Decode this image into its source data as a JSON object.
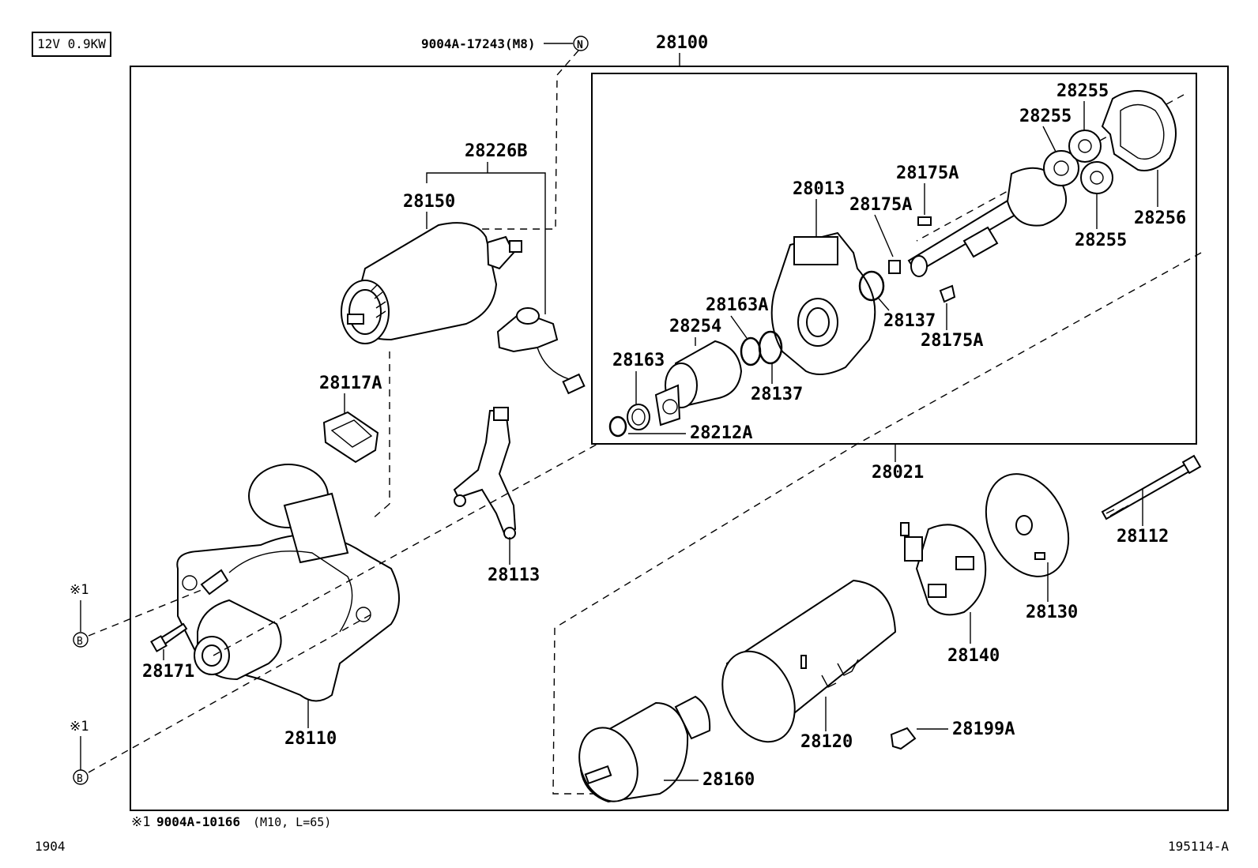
{
  "spec_label": "12V 0.9KW",
  "top_bolt": {
    "label": "9004A-17243(M8)",
    "marker": "N"
  },
  "parts": {
    "p28100": "28100",
    "p28226B": "28226B",
    "p28150": "28150",
    "p28117A": "28117A",
    "p28113": "28113",
    "p28110": "28110",
    "p28171": "28171",
    "p28013": "28013",
    "p28175A_a": "28175A",
    "p28175A_b": "28175A",
    "p28175A_c": "28175A",
    "p28137_a": "28137",
    "p28137_b": "28137",
    "p28163A": "28163A",
    "p28254": "28254",
    "p28163": "28163",
    "p28212A": "28212A",
    "p28255_a": "28255",
    "p28255_b": "28255",
    "p28255_c": "28255",
    "p28256": "28256",
    "p28021": "28021",
    "p28112": "28112",
    "p28130": "28130",
    "p28140": "28140",
    "p28120": "28120",
    "p28199A": "28199A",
    "p28160": "28160"
  },
  "callouts": {
    "ref1_mark": "※1",
    "ref2_mark": "※1",
    "ref1_circle": "B",
    "ref2_circle": "B"
  },
  "footnote": {
    "mark": "※1",
    "part": "9004A-10166",
    "spec": "(M10, L=65)"
  },
  "footer_left": "1904",
  "footer_right": "195114-A"
}
